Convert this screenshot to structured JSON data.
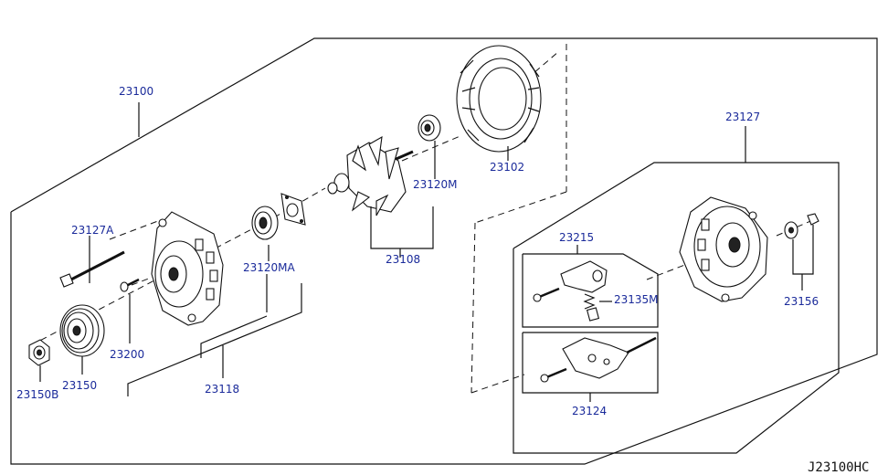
{
  "diagram_code": "J23100HC",
  "labels": {
    "p23100": "23100",
    "p23102": "23102",
    "p23120M": "23120M",
    "p23108": "23108",
    "p23127A": "23127A",
    "p23120MA": "23120MA",
    "p23200": "23200",
    "p23150": "23150",
    "p23150B": "23150B",
    "p23118": "23118",
    "p23127": "23127",
    "p23215": "23215",
    "p23135M": "23135M",
    "p23156": "23156",
    "p23124": "23124"
  }
}
